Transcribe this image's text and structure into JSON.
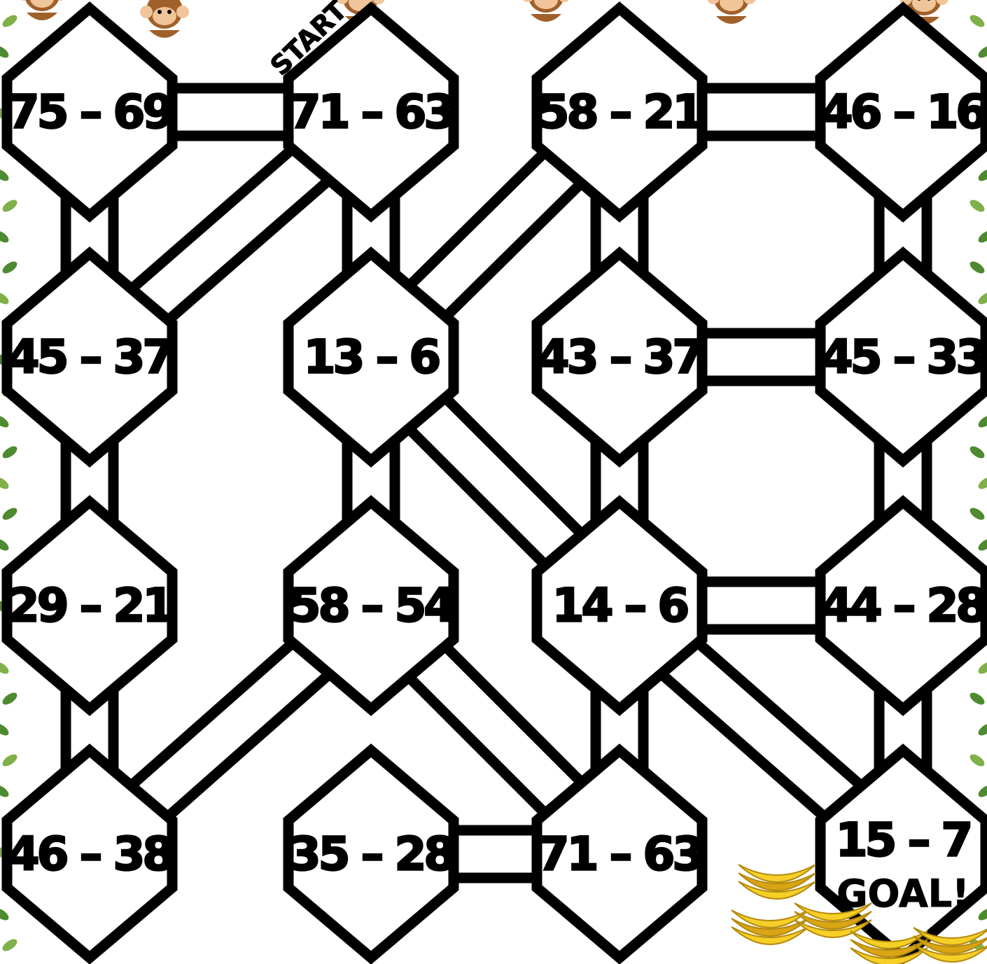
{
  "colors": {
    "ink": "#000000",
    "paper": "#ffffff",
    "vine_leaf": "#4e8a2f",
    "vine_leaf_light": "#7fb04a",
    "monkey_fur": "#a0602a",
    "monkey_face": "#f1c59a",
    "banana": "#f6cf27",
    "banana_shade": "#d9a514"
  },
  "start_label": "START",
  "goal_label": "GOAL!",
  "icons": {
    "monkeys": "monkey-icon",
    "bananas": "banana-bunch-icon",
    "vines": "vine-leaf-border"
  },
  "nodes": [
    {
      "id": "r1c1",
      "label": "75 – 69"
    },
    {
      "id": "r1c2",
      "label": "71 – 63",
      "start": true
    },
    {
      "id": "r1c3",
      "label": "58 – 21"
    },
    {
      "id": "r1c4",
      "label": "46 – 16"
    },
    {
      "id": "r2c1",
      "label": "45 – 37"
    },
    {
      "id": "r2c2",
      "label": "13 – 6"
    },
    {
      "id": "r2c3",
      "label": "43 – 37"
    },
    {
      "id": "r2c4",
      "label": "45 – 33"
    },
    {
      "id": "r3c1",
      "label": "29 – 21"
    },
    {
      "id": "r3c2",
      "label": "58 – 54"
    },
    {
      "id": "r3c3",
      "label": "14 – 6"
    },
    {
      "id": "r3c4",
      "label": "44 – 28"
    },
    {
      "id": "r4c1",
      "label": "46 – 38"
    },
    {
      "id": "r4c2",
      "label": "35 – 28"
    },
    {
      "id": "r4c3",
      "label": "71 – 63"
    },
    {
      "id": "r4c4",
      "label": "15 – 7",
      "goal": true
    }
  ],
  "paths": [
    [
      "r1c1",
      "r1c2"
    ],
    [
      "r1c3",
      "r1c4"
    ],
    [
      "r2c3",
      "r2c4"
    ],
    [
      "r3c3",
      "r3c4"
    ],
    [
      "r4c2",
      "r4c3"
    ],
    [
      "r1c1",
      "r2c1"
    ],
    [
      "r2c1",
      "r3c1"
    ],
    [
      "r3c1",
      "r4c1"
    ],
    [
      "r1c2",
      "r2c2"
    ],
    [
      "r2c2",
      "r3c2"
    ],
    [
      "r1c3",
      "r2c3"
    ],
    [
      "r2c3",
      "r3c3"
    ],
    [
      "r3c3",
      "r4c3"
    ],
    [
      "r1c4",
      "r2c4"
    ],
    [
      "r2c4",
      "r3c4"
    ],
    [
      "r3c4",
      "r4c4"
    ],
    [
      "r1c2",
      "r2c1"
    ],
    [
      "r1c3",
      "r2c2"
    ],
    [
      "r2c2",
      "r3c3"
    ],
    [
      "r3c2",
      "r4c1"
    ],
    [
      "r3c2",
      "r4c3"
    ],
    [
      "r3c3",
      "r4c4"
    ]
  ]
}
